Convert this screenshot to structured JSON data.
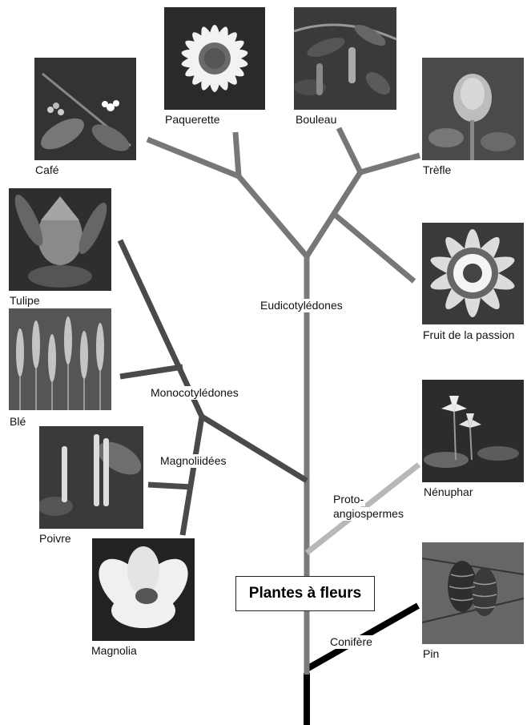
{
  "title": "Plantes à fleurs",
  "clades": {
    "eudicots": "Eudicotylédones",
    "monocots": "Monocotylédones",
    "magnoliids": "Magnoliidées",
    "proto_line1": "Proto-",
    "proto_line2": "angiospermes",
    "conifer": "Conifère"
  },
  "plants": {
    "paquerette": "Paquerette",
    "bouleau": "Bouleau",
    "cafe": "Café",
    "trefle": "Trèfle",
    "tulipe": "Tulipe",
    "fruit_passion": "Fruit de la passion",
    "ble": "Blé",
    "nenuphar": "Nénuphar",
    "poivre": "Poivre",
    "pin": "Pin",
    "magnolia": "Magnolia"
  },
  "colors": {
    "angiosperm_branch": "#777777",
    "monocot_branch": "#4a4a4a",
    "basal_branch": "#b5b5b5",
    "conifer_branch": "#000000"
  }
}
